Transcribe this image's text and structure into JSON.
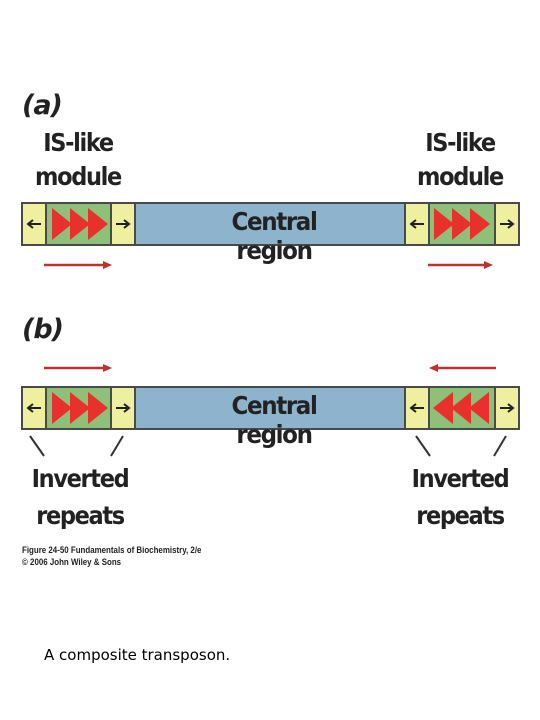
{
  "panel_a": {
    "label": "(a)",
    "left_module_label": "IS-like module",
    "right_module_label": "IS-like module",
    "central_region_label": "Central region"
  },
  "panel_b": {
    "label": "(b)",
    "central_region_label": "Central region",
    "left_repeats_label": "Inverted repeats",
    "right_repeats_label": "Inverted repeats"
  },
  "credit": {
    "line1": "Figure 24-50 Fundamentals of Biochemistry, 2/e",
    "line2": "© 2006 John Wiley & Sons"
  },
  "caption": "A composite transposon.",
  "colors": {
    "central_region": "#8db4cc",
    "end_box": "#eef0a0",
    "module_green": "#8fc07a",
    "triangle_red": "#e8302c",
    "arrow_red": "#c0302c",
    "outline": "#4a4a4a"
  }
}
